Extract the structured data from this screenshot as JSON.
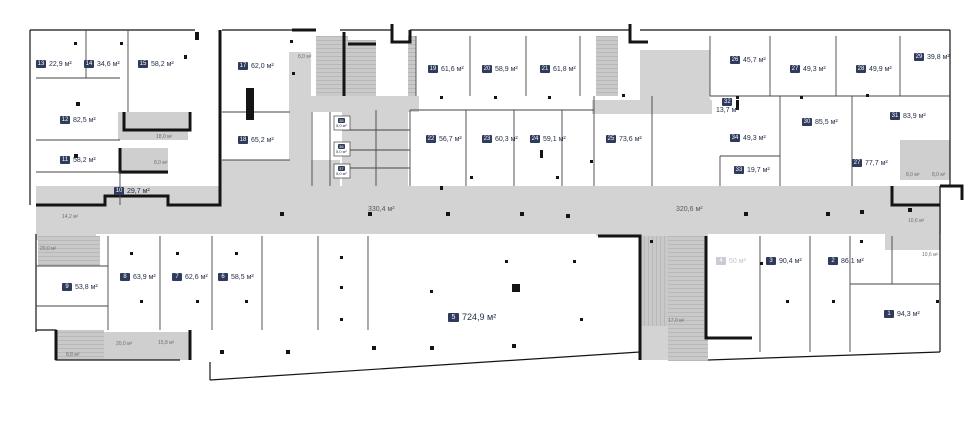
{
  "units": [
    {
      "id": "u13",
      "num": "13",
      "area": "22,9 м²"
    },
    {
      "id": "u14",
      "num": "14",
      "area": "34,6 м²"
    },
    {
      "id": "u15",
      "num": "15",
      "area": "58,2 м²"
    },
    {
      "id": "u12",
      "num": "12",
      "area": "82,5 м²"
    },
    {
      "id": "u11",
      "num": "11",
      "area": "58,2 м²"
    },
    {
      "id": "u10",
      "num": "10",
      "area": "29,7 м²"
    },
    {
      "id": "u17",
      "num": "17",
      "area": "62,0 м²"
    },
    {
      "id": "u18",
      "num": "18",
      "area": "65,2 м²"
    },
    {
      "id": "u19",
      "num": "19",
      "area": "61,6 м²"
    },
    {
      "id": "u20",
      "num": "20",
      "area": "58,9 м²"
    },
    {
      "id": "u21",
      "num": "21",
      "area": "61,8 м²"
    },
    {
      "id": "u22",
      "num": "22",
      "area": "56,7 м²"
    },
    {
      "id": "u23",
      "num": "23",
      "area": "60,3 м²"
    },
    {
      "id": "u24",
      "num": "24",
      "area": "59,1 м²"
    },
    {
      "id": "u25",
      "num": "25",
      "area": "73,6 м²"
    },
    {
      "id": "u26",
      "num": "26",
      "area": "45,7 м²"
    },
    {
      "id": "u27",
      "num": "27",
      "area": "49,3 м²"
    },
    {
      "id": "u28",
      "num": "28",
      "area": "49,9 м²"
    },
    {
      "id": "u29",
      "num": "29",
      "area": "39,8 м²"
    },
    {
      "id": "u32",
      "num": "32",
      "area": "13,7 м²"
    },
    {
      "id": "u34",
      "num": "34",
      "area": "49,3 м²"
    },
    {
      "id": "u30",
      "num": "30",
      "area": "85,5 м²"
    },
    {
      "id": "u31",
      "num": "31",
      "area": "83,9 м²"
    },
    {
      "id": "u33",
      "num": "33",
      "area": "19,7 м²"
    },
    {
      "id": "u27b",
      "num": "27",
      "area": "77,7 м²"
    },
    {
      "id": "u9",
      "num": "9",
      "area": "53,8 м²"
    },
    {
      "id": "u8",
      "num": "8",
      "area": "63,9 м²"
    },
    {
      "id": "u7",
      "num": "7",
      "area": "62,6 м²"
    },
    {
      "id": "u6",
      "num": "6",
      "area": "58,5 м²"
    },
    {
      "id": "u5",
      "num": "5",
      "area": "724,9 м²"
    },
    {
      "id": "u4",
      "num": "4",
      "area": "50 м²"
    },
    {
      "id": "u3",
      "num": "3",
      "area": "90,4 м²"
    },
    {
      "id": "u2",
      "num": "2",
      "area": "86,1 м²"
    },
    {
      "id": "u1",
      "num": "1",
      "area": "94,3 м²"
    },
    {
      "id": "u35",
      "num": "35",
      "area": "5,0 м²"
    },
    {
      "id": "u36",
      "num": "36",
      "area": "5,0 м²"
    },
    {
      "id": "u37",
      "num": "37",
      "area": "5,0 м²"
    }
  ],
  "corridors": [
    {
      "id": "c1",
      "text": "330,4 м²"
    },
    {
      "id": "c2",
      "text": "320,6 м²"
    }
  ],
  "service_labels": [
    {
      "id": "s1",
      "text": "18,0 м²"
    },
    {
      "id": "s2",
      "text": "8,0 м²"
    },
    {
      "id": "s3",
      "text": "14,2 м²"
    },
    {
      "id": "s4",
      "text": "20,0 м²"
    },
    {
      "id": "s5",
      "text": "8,8 м²"
    },
    {
      "id": "s6",
      "text": "20,0 м²"
    },
    {
      "id": "s7",
      "text": "15,8 м²"
    },
    {
      "id": "s8",
      "text": "10,6 м²"
    },
    {
      "id": "s9",
      "text": "8,0 м²"
    },
    {
      "id": "s10",
      "text": "8,0 м²"
    },
    {
      "id": "s11",
      "text": "8,0 м²"
    },
    {
      "id": "s12",
      "text": "10,6 м²"
    },
    {
      "id": "s13",
      "text": "17,0 м²"
    }
  ],
  "colors": {
    "wall": "#141414",
    "corridor": "#d3d3d3",
    "stair": "#c2c2c2",
    "badge": "#2f3b5c",
    "service": "#cfcfcf"
  }
}
